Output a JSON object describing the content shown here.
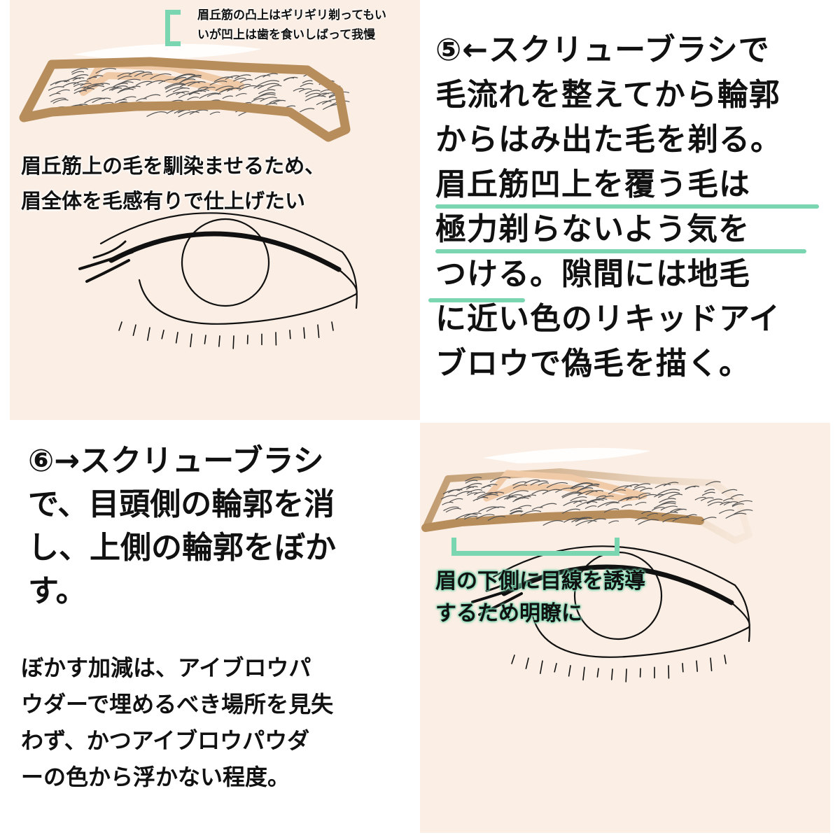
{
  "colors": {
    "panel_bg": "#fbeee4",
    "mint": "#79d6b0",
    "brow_outline": "#b78d5c",
    "brow_guide": "#f0c9a6",
    "line": "#111111"
  },
  "top_note": {
    "line1": "眉丘筋の凸上はギリギリ剃ってもい",
    "line2": "いが凹上は歯を食いしばって我慢"
  },
  "top_caption": {
    "line1": "眉丘筋上の毛を馴染ませるため、",
    "line2": "眉全体を毛感有りで仕上げたい"
  },
  "step5": {
    "lines": [
      "⑤←スクリューブラシで",
      "毛流れを整えてから輪郭",
      "からはみ出た毛を剃る。",
      "眉丘筋凹上を覆う毛は",
      "極力剃らないよう気を",
      "つける。隙間には地毛",
      "に近い色のリキッドアイ",
      "ブロウで偽毛を描く。"
    ]
  },
  "step6": {
    "lines": [
      "⑥→スクリューブラシ",
      "で、目頭側の輪郭を消",
      "し、上側の輪郭をぼか",
      "す。"
    ]
  },
  "step6_detail": {
    "lines": [
      "ぼかす加減は、アイブロウパ",
      "ウダーで埋めるべき場所を見失",
      "わず、かつアイブロウパウダ",
      "ーの色から浮かない程度。"
    ]
  },
  "lower_note": {
    "line1": "眉の下側に目線を誘導",
    "line2": "するため明瞭に"
  },
  "icons": {
    "top_eye": "eye-illustration-icon",
    "top_brow": "eyebrow-outlined-icon",
    "bottom_eye": "eye-illustration-icon",
    "bottom_brow": "eyebrow-blended-icon"
  }
}
